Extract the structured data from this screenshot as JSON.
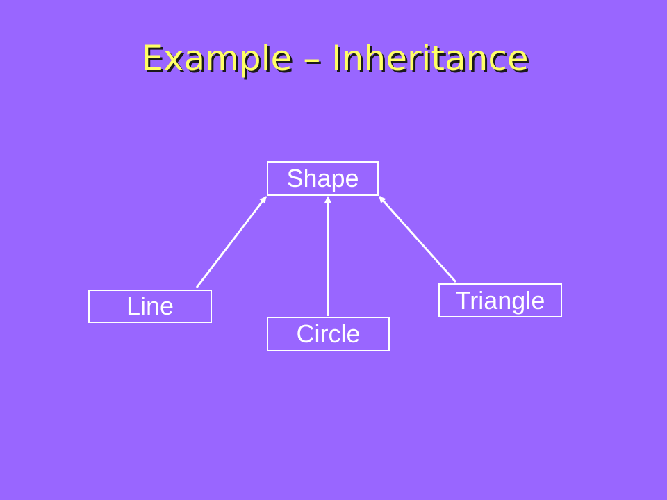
{
  "slide": {
    "title": "Example – Inheritance",
    "background_color": "#9966ff",
    "title_color": "#ffff66"
  },
  "diagram": {
    "parent": {
      "label": "Shape"
    },
    "children": [
      {
        "label": "Line"
      },
      {
        "label": "Circle"
      },
      {
        "label": "Triangle"
      }
    ],
    "relationship": "inherits-from"
  }
}
